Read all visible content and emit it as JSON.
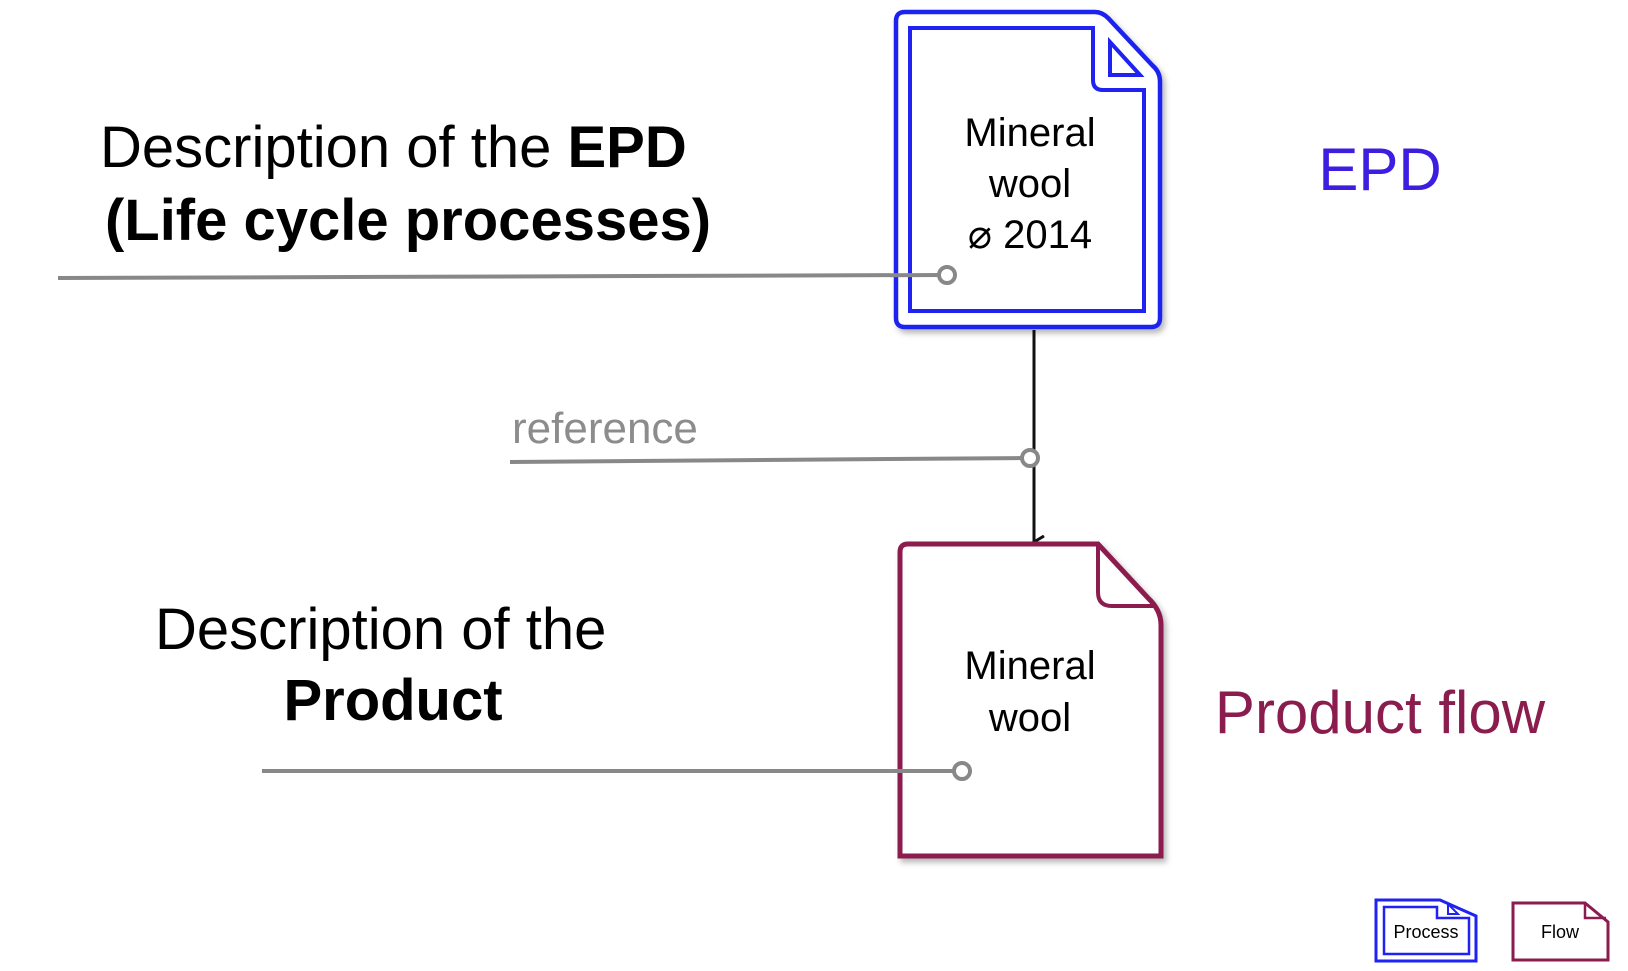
{
  "epd_description": {
    "prefix": "Description of the ",
    "bold_word": "EPD",
    "bold_line": "(Life cycle processes)"
  },
  "product_description": {
    "line1": "Description of the",
    "bold_line": "Product"
  },
  "reference_label": "reference",
  "epd_doc": {
    "line1": "Mineral",
    "line2": "wool",
    "line3": "⌀ 2014",
    "color": "#1f22f0"
  },
  "flow_doc": {
    "line1": "Mineral",
    "line2": "wool",
    "color": "#8b1d4e"
  },
  "side_labels": {
    "epd": "EPD",
    "epd_color": "#3b1ee0",
    "product_flow": "Product flow",
    "product_flow_color": "#8b1d4e"
  },
  "legend": {
    "process": "Process",
    "flow": "Flow"
  }
}
